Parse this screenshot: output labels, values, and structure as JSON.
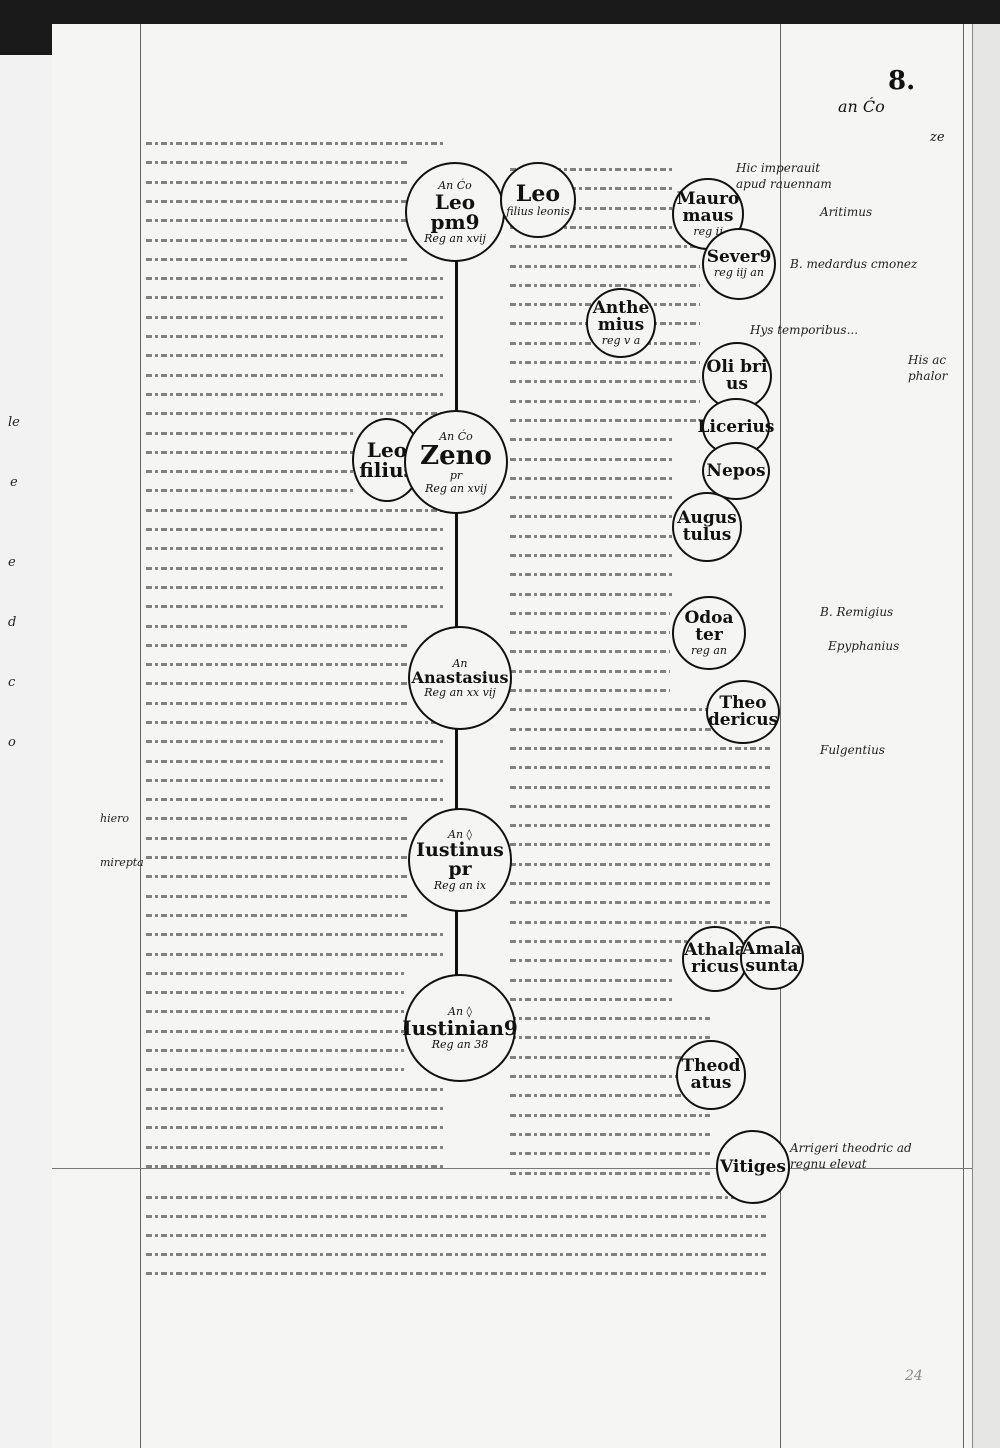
{
  "folio": "8.",
  "running_header": "an Ćo",
  "running_header_right": "ze",
  "page_number": "24",
  "circles": {
    "leo_primus": {
      "year": "An Ćo",
      "name": "Leo pm9",
      "reign": "Reg an xvij"
    },
    "leo_filius": {
      "name": "Leo",
      "sub": "filius leonis"
    },
    "maiorianus": {
      "name": "Mauro maus",
      "sub": "reg ij"
    },
    "severus": {
      "name": "Sever9",
      "sub": "reg iij an"
    },
    "anthemius": {
      "name": "Anthe mius",
      "sub": "reg v a"
    },
    "olibrius": {
      "name": "Oli bri us"
    },
    "glicerius": {
      "name": "Licerius"
    },
    "nepos": {
      "name": "Nepos"
    },
    "leo_iunior": {
      "name": "Leo filius"
    },
    "zeno": {
      "year": "An Ćo",
      "name": "Zeno",
      "sub": "pr",
      "reign": "Reg an xvij"
    },
    "augustulus": {
      "name": "Augus tulus"
    },
    "odoacer": {
      "name": "Odoa ter",
      "sub": "reg an"
    },
    "anastasius": {
      "year": "An",
      "name": "Anastasius",
      "reign": "Reg an xx vij"
    },
    "theodericus": {
      "name": "Theo dericus"
    },
    "iustinus": {
      "year": "An ◊",
      "name": "Iustinus pr",
      "reign": "Reg an ix"
    },
    "athalaricus": {
      "name": "Athala ricus"
    },
    "amalasuntha": {
      "name": "Amala sunta"
    },
    "iustinianus": {
      "year": "An ◊",
      "name": "Iustinian9",
      "reign": "Reg an 38"
    },
    "theodahatus": {
      "name": "Theod atus"
    },
    "vitiges": {
      "name": "Vitiges"
    }
  },
  "right_notes": {
    "n1": "Hic imperauit apud rauennam",
    "n2": "Aritimus",
    "n3": "B. medardus cmonez",
    "n4": "Hys temporibus...",
    "n5": "His ac phalor",
    "n6": "B. Remigius",
    "n7": "Epyphanius",
    "n8": "Fulgentius",
    "n9": "Arrigeri theodric ad regnu elevat"
  },
  "left_margin_notes": {
    "a": "hiero",
    "b": "mirepta"
  }
}
